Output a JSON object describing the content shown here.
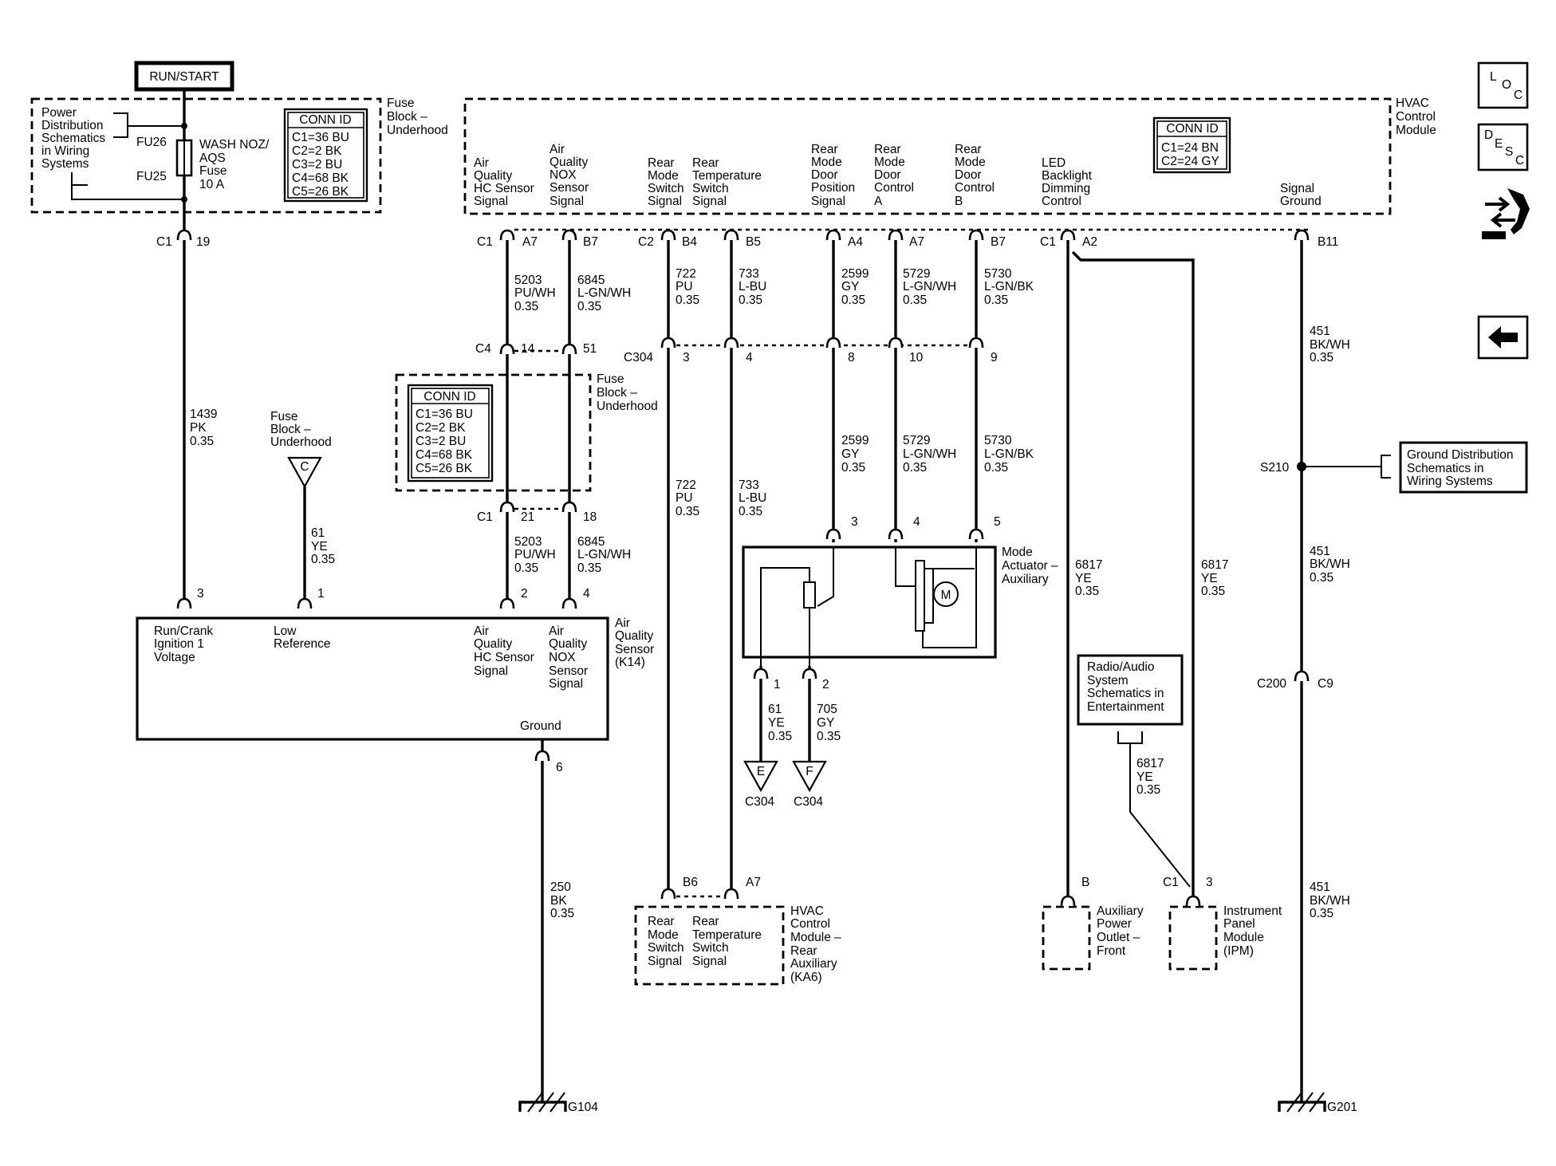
{
  "run_start": "RUN/START",
  "pd_schem": [
    "Power",
    "Distribution",
    "Schematics",
    "in Wiring",
    "Systems"
  ],
  "fuse_block_top": [
    "Fuse",
    "Block –",
    "Underhood"
  ],
  "fuse_block_mid": [
    "Fuse",
    "Block –",
    "Underhood"
  ],
  "fuse_block_c": [
    "Fuse",
    "Block –",
    "Underhood"
  ],
  "fu26": "FU26",
  "fu25": "FU25",
  "fuse_name": [
    "WASH NOZ/",
    "AQS",
    "Fuse",
    "10 A"
  ],
  "conn_id_title": "CONN ID",
  "conn_id_fuse": [
    "C1=36 BU",
    "C2=2 BK",
    "C3=2 BU",
    "C4=68 BK",
    "C5=26 BK"
  ],
  "conn_id_hvac": [
    "C1=24 BN",
    "C2=24 GY"
  ],
  "hvac_module": [
    "HVAC",
    "Control",
    "Module"
  ],
  "hvac_pins": {
    "aq_hc": [
      "Air",
      "Quality",
      "HC Sensor",
      "Signal"
    ],
    "aq_nox": [
      "Air",
      "Quality",
      "NOX",
      "Sensor",
      "Signal"
    ],
    "rear_mode_sw": [
      "Rear",
      "Mode",
      "Switch",
      "Signal"
    ],
    "rear_temp_sw": [
      "Rear",
      "Temperature",
      "Switch",
      "Signal"
    ],
    "rear_mode_pos": [
      "Rear",
      "Mode",
      "Door",
      "Position",
      "Signal"
    ],
    "rear_mode_a": [
      "Rear",
      "Mode",
      "Door",
      "Control",
      "A"
    ],
    "rear_mode_b": [
      "Rear",
      "Mode",
      "Door",
      "Control",
      "B"
    ],
    "led_dim": [
      "LED",
      "Backlight",
      "Dimming",
      "Control"
    ],
    "sig_gnd": [
      "Signal",
      "Ground"
    ]
  },
  "conn_labels": {
    "c1_19": [
      "C1",
      "19"
    ],
    "c1_a7": [
      "C1",
      "A7"
    ],
    "b7": "B7",
    "c2_b4": [
      "C2",
      "B4"
    ],
    "b5": "B5",
    "a4": "A4",
    "a7b": "A7",
    "b7b": "B7",
    "c1_a2": [
      "C1",
      "A2"
    ],
    "b11": "B11",
    "c4": [
      "C4",
      "14",
      "51"
    ],
    "c304": [
      "C304",
      "3",
      "4",
      "8",
      "10",
      "9"
    ],
    "c1_21": [
      "C1",
      "21",
      "18"
    ],
    "k14_pins": [
      "3",
      "1",
      "2",
      "4",
      "6"
    ],
    "act_pins": [
      "3",
      "4",
      "5",
      "1",
      "2"
    ],
    "ka6_pins": [
      "B6",
      "A7"
    ],
    "c200": [
      "C200",
      "C9"
    ],
    "aux_b": "B",
    "ipm_c1": [
      "C1",
      "3"
    ],
    "s210": "S210"
  },
  "wires": {
    "w1439": [
      "1439",
      "PK",
      "0.35"
    ],
    "w61": [
      "61",
      "YE",
      "0.35"
    ],
    "w5203a": [
      "5203",
      "PU/WH",
      "0.35"
    ],
    "w6845a": [
      "6845",
      "L-GN/WH",
      "0.35"
    ],
    "w5203b": [
      "5203",
      "PU/WH",
      "0.35"
    ],
    "w6845b": [
      "6845",
      "L-GN/WH",
      "0.35"
    ],
    "w722a": [
      "722",
      "PU",
      "0.35"
    ],
    "w733a": [
      "733",
      "L-BU",
      "0.35"
    ],
    "w722b": [
      "722",
      "PU",
      "0.35"
    ],
    "w733b": [
      "733",
      "L-BU",
      "0.35"
    ],
    "w2599a": [
      "2599",
      "GY",
      "0.35"
    ],
    "w5729a": [
      "5729",
      "L-GN/WH",
      "0.35"
    ],
    "w5730a": [
      "5730",
      "L-GN/BK",
      "0.35"
    ],
    "w2599b": [
      "2599",
      "GY",
      "0.35"
    ],
    "w5729b": [
      "5729",
      "L-GN/WH",
      "0.35"
    ],
    "w5730b": [
      "5730",
      "L-GN/BK",
      "0.35"
    ],
    "w61b": [
      "61",
      "YE",
      "0.35"
    ],
    "w705": [
      "705",
      "GY",
      "0.35"
    ],
    "w250": [
      "250",
      "BK",
      "0.35"
    ],
    "w451a": [
      "451",
      "BK/WH",
      "0.35"
    ],
    "w451b": [
      "451",
      "BK/WH",
      "0.35"
    ],
    "w451c": [
      "451",
      "BK/WH",
      "0.35"
    ],
    "w6817a": [
      "6817",
      "YE",
      "0.35"
    ],
    "w6817b": [
      "6817",
      "YE",
      "0.35"
    ],
    "w6817c": [
      "6817",
      "YE",
      "0.35"
    ]
  },
  "aq_sensor": {
    "name": [
      "Air",
      "Quality",
      "Sensor",
      "(K14)"
    ],
    "run_crank": [
      "Run/Crank",
      "Ignition 1",
      "Voltage"
    ],
    "low_ref": [
      "Low",
      "Reference"
    ],
    "hc": [
      "Air",
      "Quality",
      "HC Sensor",
      "Signal"
    ],
    "nox": [
      "Air",
      "Quality",
      "NOX",
      "Sensor",
      "Signal"
    ],
    "ground": "Ground"
  },
  "mode_actuator": [
    "Mode",
    "Actuator –",
    "Auxiliary"
  ],
  "motor": "M",
  "hvac_rear": {
    "name": [
      "HVAC",
      "Control",
      "Module –",
      "Rear",
      "Auxiliary",
      "(KA6)"
    ],
    "sw": [
      "Rear",
      "Mode",
      "Switch",
      "Signal"
    ],
    "temp": [
      "Rear",
      "Temperature",
      "Switch",
      "Signal"
    ]
  },
  "offpage": {
    "c": "C",
    "e": "E",
    "f": "F",
    "e_conn": "C304",
    "f_conn": "C304"
  },
  "gd_schem": [
    "Ground Distribution",
    "Schematics in",
    "Wiring Systems"
  ],
  "radio_schem": [
    "Radio/Audio",
    "System",
    "Schematics in",
    "Entertainment"
  ],
  "aux_outlet": [
    "Auxiliary",
    "Power",
    "Outlet –",
    "Front"
  ],
  "ipm": [
    "Instrument",
    "Panel",
    "Module",
    "(IPM)"
  ],
  "grounds": {
    "g104": "G104",
    "g201": "G201"
  },
  "nav": {
    "loc": [
      "L",
      "O",
      "C"
    ],
    "desc": [
      "D",
      "E",
      "S",
      "C"
    ]
  }
}
